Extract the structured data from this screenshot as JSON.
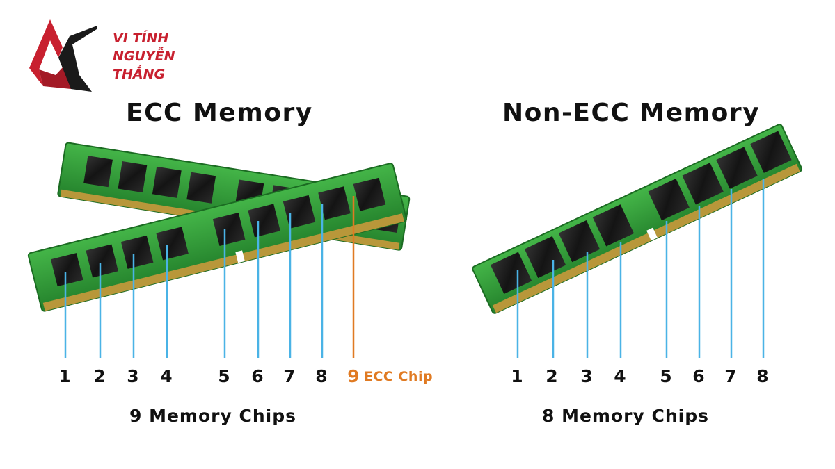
{
  "logo": {
    "lines": [
      "VI TÍNH",
      "NGUYỄN",
      "THẮNG"
    ],
    "brand_color": "#c8202f"
  },
  "ecc": {
    "title": "ECC Memory",
    "chip_numbers": [
      "1",
      "2",
      "3",
      "4",
      "5",
      "6",
      "7",
      "8"
    ],
    "ecc_chip_number": "9",
    "ecc_chip_label": "ECC Chip",
    "caption": "9 Memory Chips"
  },
  "non_ecc": {
    "title": "Non-ECC Memory",
    "chip_numbers": [
      "1",
      "2",
      "3",
      "4",
      "5",
      "6",
      "7",
      "8"
    ],
    "caption": "8 Memory Chips"
  },
  "colors": {
    "pcb_green": "#2f9a35",
    "chip_black": "#161616",
    "gold_contacts": "#b8973a",
    "pointer_blue": "#4ab3e6",
    "ecc_orange": "#e07a22"
  }
}
